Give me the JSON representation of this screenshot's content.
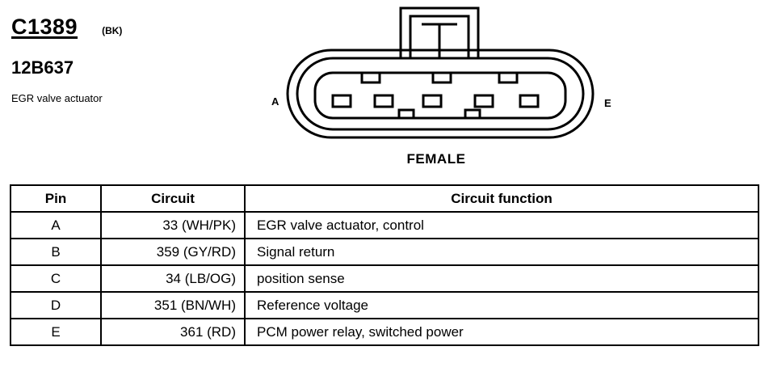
{
  "header": {
    "connector_id": "C1389",
    "color_code": "(BK)",
    "part_number": "12B637",
    "description": "EGR valve actuator"
  },
  "connector": {
    "left_pin_label": "A",
    "right_pin_label": "E",
    "gender": "FEMALE"
  },
  "table": {
    "headers": [
      "Pin",
      "Circuit",
      "Circuit function"
    ],
    "rows": [
      {
        "pin": "A",
        "circuit": "33 (WH/PK)",
        "function": "EGR valve actuator, control"
      },
      {
        "pin": "B",
        "circuit": "359 (GY/RD)",
        "function": "Signal return"
      },
      {
        "pin": "C",
        "circuit": "34 (LB/OG)",
        "function": "position sense"
      },
      {
        "pin": "D",
        "circuit": "351 (BN/WH)",
        "function": "Reference voltage"
      },
      {
        "pin": "E",
        "circuit": "361 (RD)",
        "function": "PCM power relay, switched power"
      }
    ]
  }
}
